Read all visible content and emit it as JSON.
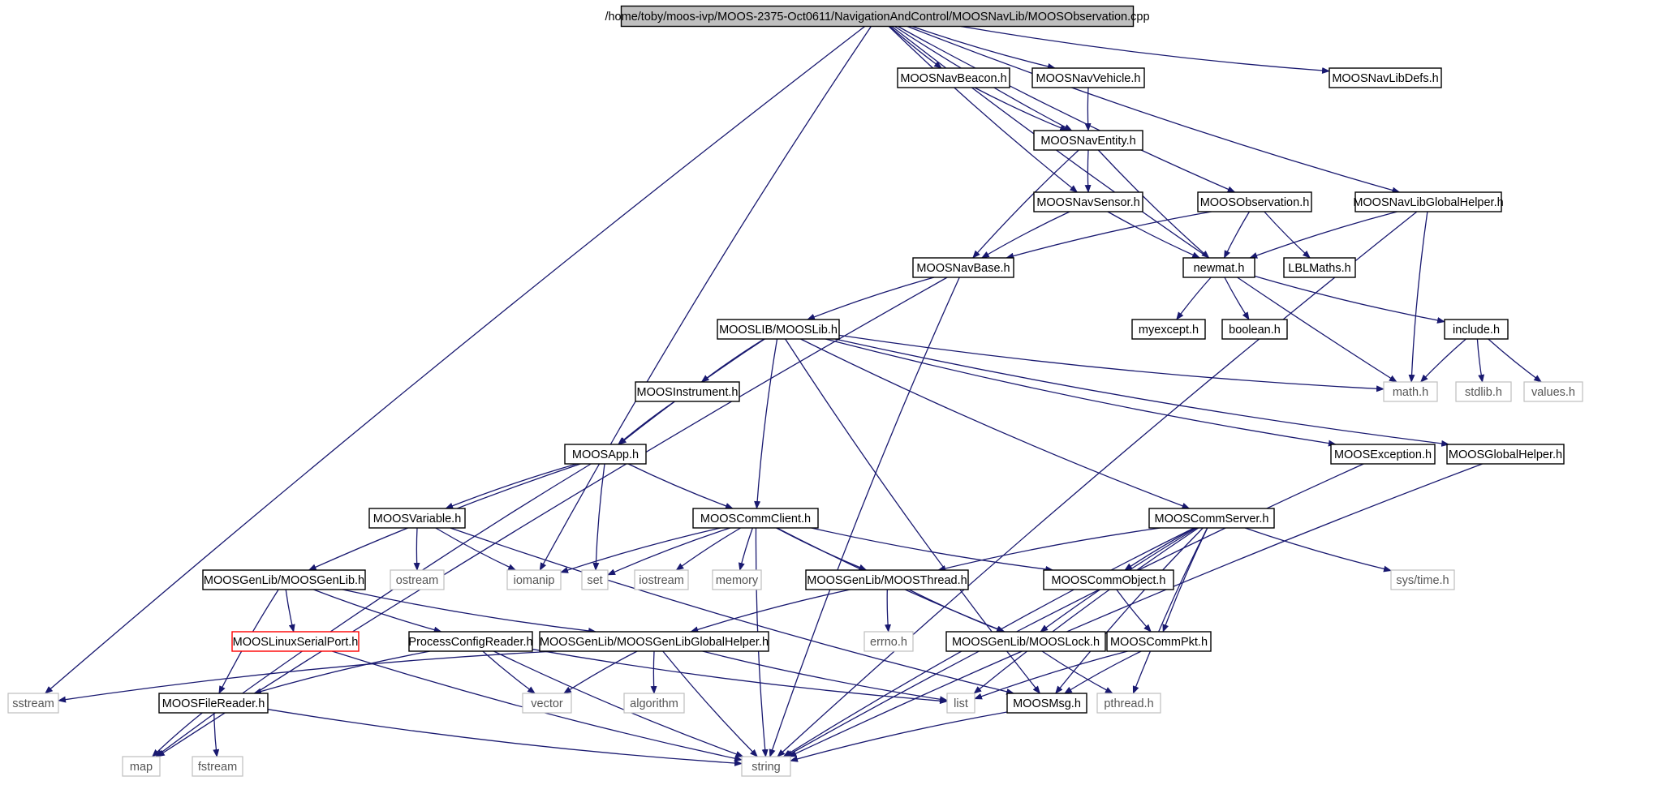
{
  "colors": {
    "edge": "#191970",
    "node_border_defined": "#000000",
    "node_border_external": "#bfbfbf",
    "node_border_error": "#ff0000",
    "root_fill": "#bfbfbf",
    "node_fill": "#ffffff",
    "text_defined": "#000000",
    "text_external": "#555555"
  },
  "nodes": [
    {
      "id": "root",
      "label": "/home/toby/moos-ivp/MOOS-2375-Oct0611/NavigationAndControl/MOOSNavLib/MOOSObservation.cpp",
      "kind": "root"
    },
    {
      "id": "MOOSNavBeacon",
      "label": "MOOSNavBeacon.h",
      "kind": "defined"
    },
    {
      "id": "MOOSNavVehicle",
      "label": "MOOSNavVehicle.h",
      "kind": "defined"
    },
    {
      "id": "MOOSNavLibDefs",
      "label": "MOOSNavLibDefs.h",
      "kind": "defined"
    },
    {
      "id": "MOOSNavEntity",
      "label": "MOOSNavEntity.h",
      "kind": "defined"
    },
    {
      "id": "MOOSNavSensor",
      "label": "MOOSNavSensor.h",
      "kind": "defined"
    },
    {
      "id": "MOOSObservation",
      "label": "MOOSObservation.h",
      "kind": "defined"
    },
    {
      "id": "MOOSNavLibGlobalHelper",
      "label": "MOOSNavLibGlobalHelper.h",
      "kind": "defined"
    },
    {
      "id": "MOOSNavBase",
      "label": "MOOSNavBase.h",
      "kind": "defined"
    },
    {
      "id": "newmat",
      "label": "newmat.h",
      "kind": "defined"
    },
    {
      "id": "LBLMaths",
      "label": "LBLMaths.h",
      "kind": "defined"
    },
    {
      "id": "MOOSLib",
      "label": "MOOSLIB/MOOSLib.h",
      "kind": "defined"
    },
    {
      "id": "myexcept",
      "label": "myexcept.h",
      "kind": "defined"
    },
    {
      "id": "boolean",
      "label": "boolean.h",
      "kind": "defined"
    },
    {
      "id": "include",
      "label": "include.h",
      "kind": "defined"
    },
    {
      "id": "math",
      "label": "math.h",
      "kind": "external"
    },
    {
      "id": "stdlib",
      "label": "stdlib.h",
      "kind": "external"
    },
    {
      "id": "values",
      "label": "values.h",
      "kind": "external"
    },
    {
      "id": "MOOSInstrument",
      "label": "MOOSInstrument.h",
      "kind": "defined"
    },
    {
      "id": "MOOSApp",
      "label": "MOOSApp.h",
      "kind": "defined"
    },
    {
      "id": "MOOSException",
      "label": "MOOSException.h",
      "kind": "defined"
    },
    {
      "id": "MOOSGlobalHelper",
      "label": "MOOSGlobalHelper.h",
      "kind": "defined"
    },
    {
      "id": "MOOSVariable",
      "label": "MOOSVariable.h",
      "kind": "defined"
    },
    {
      "id": "MOOSCommClient",
      "label": "MOOSCommClient.h",
      "kind": "defined"
    },
    {
      "id": "MOOSCommServer",
      "label": "MOOSCommServer.h",
      "kind": "defined"
    },
    {
      "id": "MOOSGenLib",
      "label": "MOOSGenLib/MOOSGenLib.h",
      "kind": "defined"
    },
    {
      "id": "ostream",
      "label": "ostream",
      "kind": "external"
    },
    {
      "id": "iomanip",
      "label": "iomanip",
      "kind": "external"
    },
    {
      "id": "set",
      "label": "set",
      "kind": "external"
    },
    {
      "id": "iostream",
      "label": "iostream",
      "kind": "external"
    },
    {
      "id": "memory",
      "label": "memory",
      "kind": "external"
    },
    {
      "id": "MOOSThread",
      "label": "MOOSGenLib/MOOSThread.h",
      "kind": "defined"
    },
    {
      "id": "MOOSCommObject",
      "label": "MOOSCommObject.h",
      "kind": "defined"
    },
    {
      "id": "systime",
      "label": "sys/time.h",
      "kind": "external"
    },
    {
      "id": "MOOSLinuxSerialPort",
      "label": "MOOSLinuxSerialPort.h",
      "kind": "error"
    },
    {
      "id": "ProcessConfigReader",
      "label": "ProcessConfigReader.h",
      "kind": "defined"
    },
    {
      "id": "MOOSGenLibGlobalHelper",
      "label": "MOOSGenLib/MOOSGenLibGlobalHelper.h",
      "kind": "defined"
    },
    {
      "id": "errno",
      "label": "errno.h",
      "kind": "external"
    },
    {
      "id": "MOOSLock",
      "label": "MOOSGenLib/MOOSLock.h",
      "kind": "defined"
    },
    {
      "id": "MOOSCommPkt",
      "label": "MOOSCommPkt.h",
      "kind": "defined"
    },
    {
      "id": "sstream",
      "label": "sstream",
      "kind": "external"
    },
    {
      "id": "MOOSFileReader",
      "label": "MOOSFileReader.h",
      "kind": "defined"
    },
    {
      "id": "vector",
      "label": "vector",
      "kind": "external"
    },
    {
      "id": "algorithm",
      "label": "algorithm",
      "kind": "external"
    },
    {
      "id": "list",
      "label": "list",
      "kind": "external"
    },
    {
      "id": "MOOSMsg",
      "label": "MOOSMsg.h",
      "kind": "defined"
    },
    {
      "id": "pthread",
      "label": "pthread.h",
      "kind": "external"
    },
    {
      "id": "map",
      "label": "map",
      "kind": "external"
    },
    {
      "id": "fstream",
      "label": "fstream",
      "kind": "external"
    },
    {
      "id": "string",
      "label": "string",
      "kind": "external"
    }
  ],
  "edges": [
    [
      "root",
      "sstream"
    ],
    [
      "root",
      "iomanip"
    ],
    [
      "root",
      "math"
    ],
    [
      "root",
      "MOOSNavBeacon"
    ],
    [
      "root",
      "MOOSNavVehicle"
    ],
    [
      "root",
      "MOOSNavEntity"
    ],
    [
      "root",
      "MOOSNavSensor"
    ],
    [
      "root",
      "MOOSObservation"
    ],
    [
      "root",
      "MOOSNavLibGlobalHelper"
    ],
    [
      "root",
      "MOOSNavLibDefs"
    ],
    [
      "MOOSNavBeacon",
      "MOOSNavEntity"
    ],
    [
      "MOOSNavVehicle",
      "MOOSNavEntity"
    ],
    [
      "MOOSNavEntity",
      "MOOSNavSensor"
    ],
    [
      "MOOSNavEntity",
      "MOOSNavBase"
    ],
    [
      "MOOSNavEntity",
      "newmat"
    ],
    [
      "MOOSNavSensor",
      "MOOSNavBase"
    ],
    [
      "MOOSNavSensor",
      "newmat"
    ],
    [
      "MOOSObservation",
      "MOOSNavBase"
    ],
    [
      "MOOSObservation",
      "newmat"
    ],
    [
      "MOOSObservation",
      "LBLMaths"
    ],
    [
      "MOOSNavLibGlobalHelper",
      "newmat"
    ],
    [
      "MOOSNavLibGlobalHelper",
      "math"
    ],
    [
      "MOOSNavLibGlobalHelper",
      "string"
    ],
    [
      "MOOSNavBase",
      "MOOSLib"
    ],
    [
      "MOOSNavBase",
      "map"
    ],
    [
      "MOOSNavBase",
      "string"
    ],
    [
      "newmat",
      "myexcept"
    ],
    [
      "newmat",
      "boolean"
    ],
    [
      "newmat",
      "include"
    ],
    [
      "include",
      "math"
    ],
    [
      "include",
      "stdlib"
    ],
    [
      "include",
      "values"
    ],
    [
      "MOOSLib",
      "MOOSInstrument"
    ],
    [
      "MOOSLib",
      "MOOSApp"
    ],
    [
      "MOOSLib",
      "MOOSCommClient"
    ],
    [
      "MOOSLib",
      "MOOSCommServer"
    ],
    [
      "MOOSLib",
      "MOOSException"
    ],
    [
      "MOOSLib",
      "MOOSGlobalHelper"
    ],
    [
      "MOOSLib",
      "MOOSMsg"
    ],
    [
      "MOOSLib",
      "math"
    ],
    [
      "MOOSInstrument",
      "MOOSApp"
    ],
    [
      "MOOSApp",
      "MOOSVariable"
    ],
    [
      "MOOSApp",
      "MOOSCommClient"
    ],
    [
      "MOOSApp",
      "MOOSGenLib"
    ],
    [
      "MOOSApp",
      "set"
    ],
    [
      "MOOSApp",
      "map"
    ],
    [
      "MOOSException",
      "string"
    ],
    [
      "MOOSGlobalHelper",
      "string"
    ],
    [
      "MOOSVariable",
      "ostream"
    ],
    [
      "MOOSVariable",
      "iomanip"
    ],
    [
      "MOOSVariable",
      "MOOSMsg"
    ],
    [
      "MOOSCommClient",
      "iomanip"
    ],
    [
      "MOOSCommClient",
      "set"
    ],
    [
      "MOOSCommClient",
      "iostream"
    ],
    [
      "MOOSCommClient",
      "memory"
    ],
    [
      "MOOSCommClient",
      "MOOSThread"
    ],
    [
      "MOOSCommClient",
      "MOOSCommObject"
    ],
    [
      "MOOSCommClient",
      "MOOSLock"
    ],
    [
      "MOOSCommClient",
      "string"
    ],
    [
      "MOOSCommServer",
      "MOOSThread"
    ],
    [
      "MOOSCommServer",
      "MOOSCommObject"
    ],
    [
      "MOOSCommServer",
      "MOOSLock"
    ],
    [
      "MOOSCommServer",
      "MOOSCommPkt"
    ],
    [
      "MOOSCommServer",
      "systime"
    ],
    [
      "MOOSCommServer",
      "list"
    ],
    [
      "MOOSCommServer",
      "MOOSMsg"
    ],
    [
      "MOOSCommServer",
      "pthread"
    ],
    [
      "MOOSCommServer",
      "string"
    ],
    [
      "MOOSGenLib",
      "MOOSLinuxSerialPort"
    ],
    [
      "MOOSGenLib",
      "ProcessConfigReader"
    ],
    [
      "MOOSGenLib",
      "MOOSGenLibGlobalHelper"
    ],
    [
      "MOOSGenLib",
      "MOOSFileReader"
    ],
    [
      "MOOSLinuxSerialPort",
      "string"
    ],
    [
      "ProcessConfigReader",
      "MOOSFileReader"
    ],
    [
      "ProcessConfigReader",
      "vector"
    ],
    [
      "ProcessConfigReader",
      "list"
    ],
    [
      "ProcessConfigReader",
      "string"
    ],
    [
      "MOOSThread",
      "errno"
    ],
    [
      "MOOSThread",
      "MOOSLock"
    ],
    [
      "MOOSThread",
      "MOOSGenLibGlobalHelper"
    ],
    [
      "MOOSCommObject",
      "MOOSCommPkt"
    ],
    [
      "MOOSGenLibGlobalHelper",
      "sstream"
    ],
    [
      "MOOSGenLibGlobalHelper",
      "vector"
    ],
    [
      "MOOSGenLibGlobalHelper",
      "algorithm"
    ],
    [
      "MOOSGenLibGlobalHelper",
      "list"
    ],
    [
      "MOOSGenLibGlobalHelper",
      "string"
    ],
    [
      "MOOSLock",
      "pthread"
    ],
    [
      "MOOSCommPkt",
      "list"
    ],
    [
      "MOOSCommPkt",
      "MOOSMsg"
    ],
    [
      "MOOSFileReader",
      "map"
    ],
    [
      "MOOSFileReader",
      "fstream"
    ],
    [
      "MOOSFileReader",
      "string"
    ],
    [
      "MOOSMsg",
      "string"
    ]
  ]
}
